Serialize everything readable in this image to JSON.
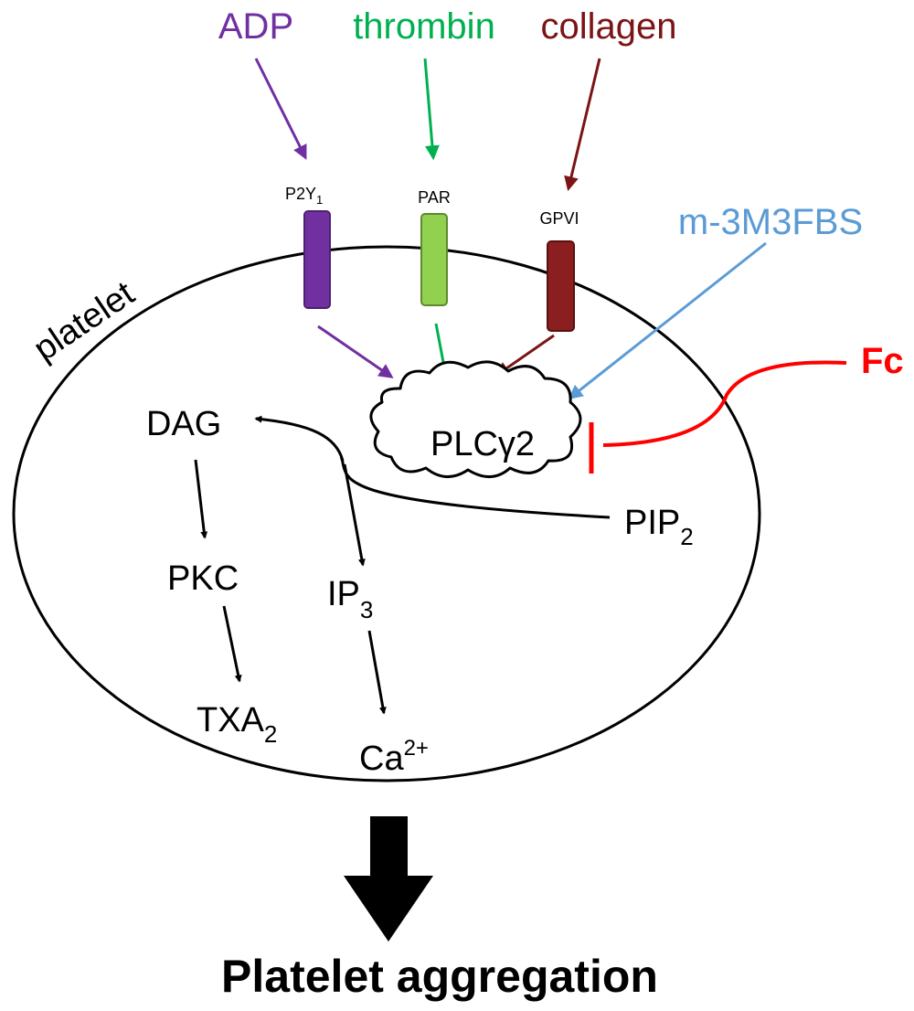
{
  "agonists": {
    "adp": {
      "label": "ADP",
      "color": "#7030A0"
    },
    "thrombin": {
      "label": "thrombin",
      "color": "#00B050"
    },
    "collagen": {
      "label": "collagen",
      "color": "#7B1416"
    },
    "m3m3fbs": {
      "label": "m-3M3FBS",
      "color": "#5B9BD5"
    },
    "fc": {
      "label": "Fc",
      "color": "#FF0000"
    }
  },
  "receptors": {
    "p2y1": {
      "label_main": "P2Y",
      "label_sub": "1",
      "color": "#7030A0"
    },
    "par": {
      "label": "PAR",
      "color": "#92D050"
    },
    "gpvi": {
      "label": "GPVI",
      "color": "#8B1E1E"
    }
  },
  "cell": {
    "label": "platelet"
  },
  "enzyme": {
    "label": "PLCγ2"
  },
  "molecules": {
    "dag": {
      "label": "DAG"
    },
    "pkc": {
      "label": "PKC"
    },
    "txa2": {
      "main": "TXA",
      "sub": "2"
    },
    "pip2": {
      "main": "PIP",
      "sub": "2"
    },
    "ip3": {
      "main": "IP",
      "sub": "3"
    },
    "ca": {
      "main": "Ca",
      "sup": "2+"
    }
  },
  "outcome": {
    "label": "Platelet aggregation"
  }
}
